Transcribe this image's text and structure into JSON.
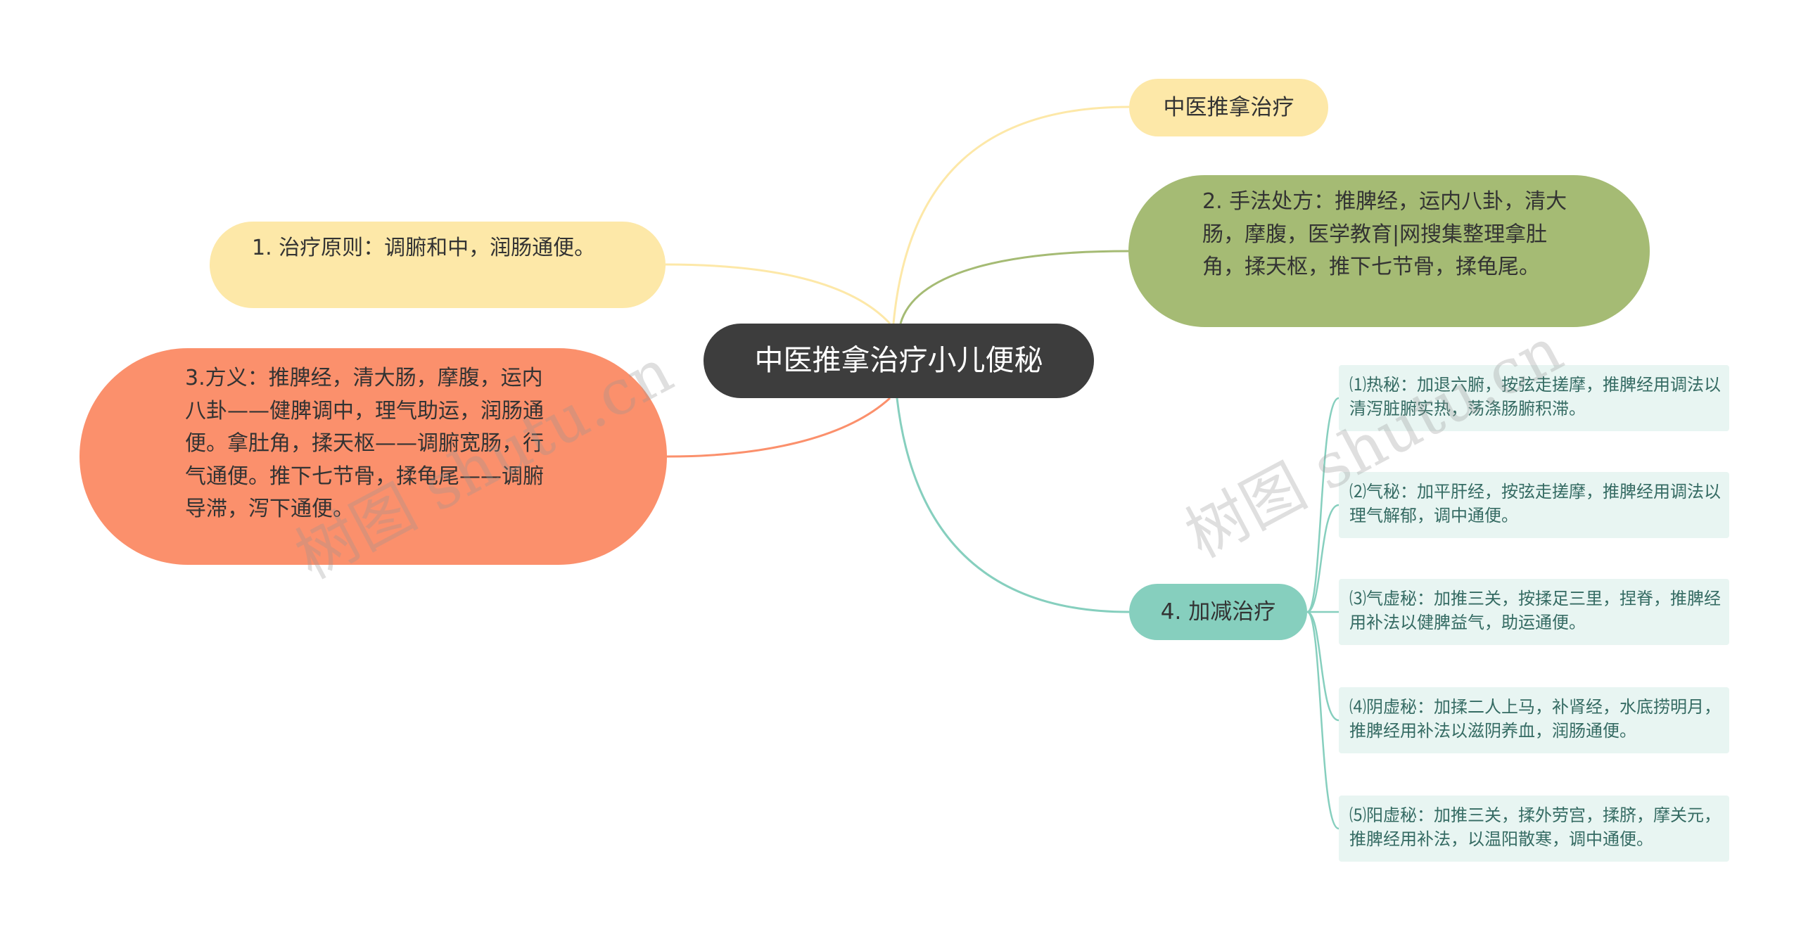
{
  "root": {
    "label": "中医推拿治疗小儿便秘"
  },
  "branches": {
    "top": {
      "label": "中医推拿治疗"
    },
    "principle": {
      "label": "1. 治疗原则：调腑和中，润肠通便。"
    },
    "method": {
      "label": "2. 手法处方：推脾经，运内八卦，清大肠，摩腹，医学教育|网搜集整理拿肚角，揉天枢，推下七节骨，揉龟尾。"
    },
    "meaning": {
      "label": "3.方义：推脾经，清大肠，摩腹，运内八卦——健脾调中，理气助运，润肠通便。拿肚角，揉天枢——调腑宽肠，行气通便。推下七节骨，揉龟尾——调腑导滞，泻下通便。"
    },
    "modify": {
      "label": "4. 加减治疗",
      "items": [
        {
          "label": "⑴热秘：加退六腑，按弦走搓摩，推脾经用调法以清泻脏腑实热，荡涤肠腑积滞。"
        },
        {
          "label": "⑵气秘：加平肝经，按弦走搓摩，推脾经用调法以理气解郁，调中通便。"
        },
        {
          "label": "⑶气虚秘：加推三关，按揉足三里，捏脊，推脾经用补法以健脾益气，助运通便。"
        },
        {
          "label": "⑷阴虚秘：加揉二人上马，补肾经，水底捞明月，推脾经用补法以滋阴养血，润肠通便。"
        },
        {
          "label": "⑸阳虚秘：加推三关，揉外劳宫，揉脐，摩关元，推脾经用补法，以温阳散寒，调中通便。"
        }
      ]
    }
  },
  "watermarks": [
    "树图 shutu.cn",
    "树图 shutu.cn"
  ],
  "colors": {
    "root": "#3d3d3d",
    "top": "#fde8a8",
    "principle": "#fde8a8",
    "method": "#a5bb74",
    "meaning": "#fb906c",
    "modify": "#86cfbe",
    "leaf": "#e8f5f2"
  }
}
